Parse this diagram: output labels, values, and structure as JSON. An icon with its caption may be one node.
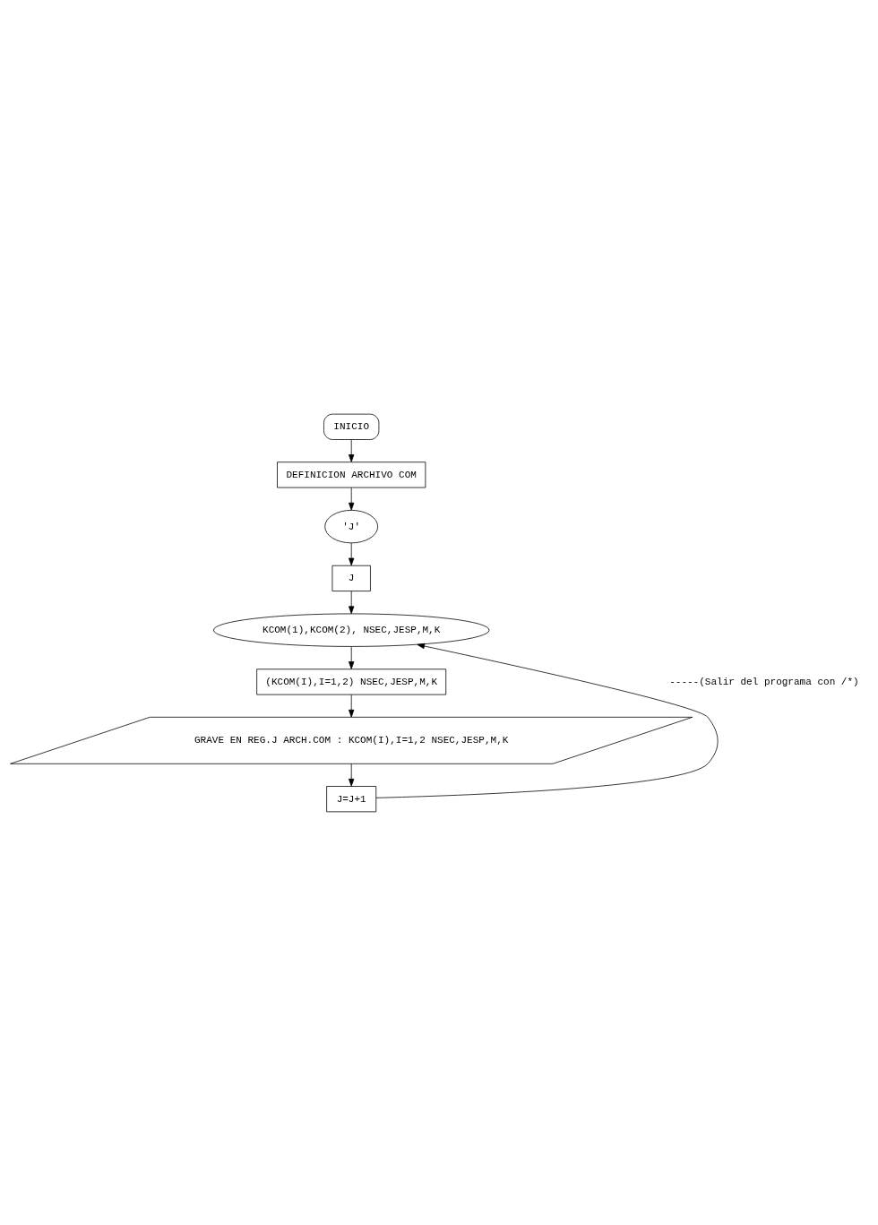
{
  "diagram": {
    "nodes": [
      {
        "text": [
          "INICIO"
        ]
      },
      {
        "text": [
          "DEFINICION ARCHIVO COM"
        ]
      },
      {
        "text": [
          "'J'"
        ]
      },
      {
        "text": [
          "J"
        ]
      },
      {
        "text": [
          "KCOM(1),KCOM(2), NSEC,JESP,M,K"
        ]
      },
      {
        "text": [
          "(KCOM(I),I=1,2) NSEC,JESP,M,K"
        ]
      },
      {
        "text": [
          "GRAVE EN REG.J ARCH.COM : KCOM(I),I=1,2 NSEC,JESP,M,K"
        ]
      },
      {
        "text": [
          "J=J+1"
        ]
      }
    ],
    "edges": [
      {
        "from": 0,
        "to": 1,
        "arrow": "to"
      },
      {
        "from": 1,
        "to": 2,
        "arrow": "to"
      },
      {
        "from": 2,
        "to": 3,
        "arrow": "to"
      },
      {
        "from": 3,
        "to": 4,
        "arrow": "to"
      },
      {
        "from": 4,
        "to": 5,
        "arrow": "to"
      },
      {
        "from": 5,
        "to": 6,
        "arrow": "to"
      },
      {
        "from": 6,
        "to": 7,
        "arrow": "to"
      },
      {
        "from": 7,
        "to": 4,
        "arrow": "to"
      }
    ],
    "labels": [
      "-----(Salir del programa con /*)"
    ]
  }
}
